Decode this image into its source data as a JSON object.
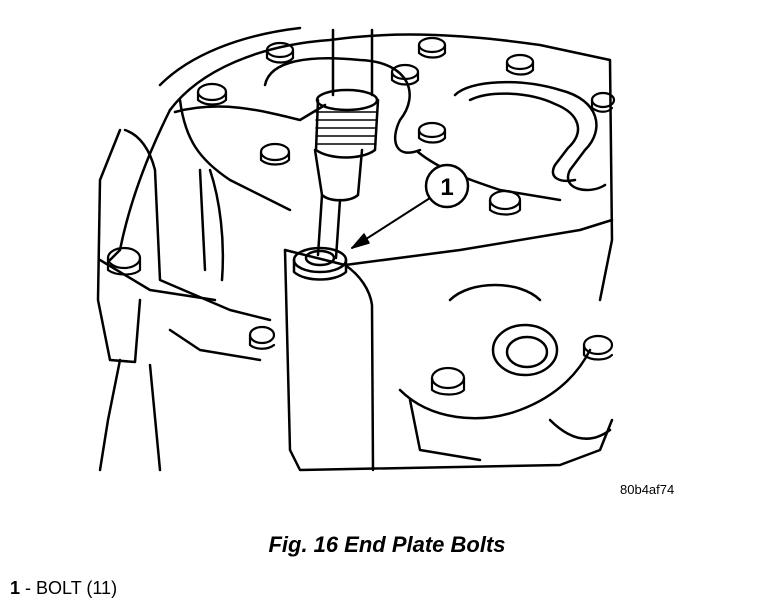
{
  "figure": {
    "number_label": "Fig. 16",
    "title": "End Plate Bolts",
    "image_code": "80b4af74"
  },
  "callouts": [
    {
      "number": "1",
      "label": "BOLT (11)"
    }
  ],
  "colors": {
    "line": "#000000",
    "background": "#ffffff"
  }
}
